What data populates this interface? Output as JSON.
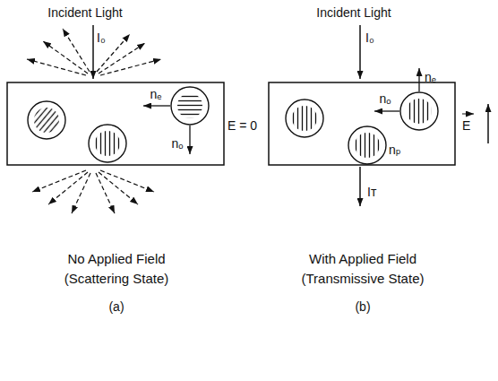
{
  "diagram": {
    "labels": [
      "Incident Light",
      "I₀",
      "nₑ",
      "nₒ",
      "E = 0",
      "No Applied Field (Scattering State)",
      "(a)",
      "Incident Light",
      "I₀",
      "nₒ",
      "nₑ",
      "nₚ",
      "E",
      "Iᴛ",
      "With Applied Field (Transmissive State)",
      "(b)"
    ]
  }
}
